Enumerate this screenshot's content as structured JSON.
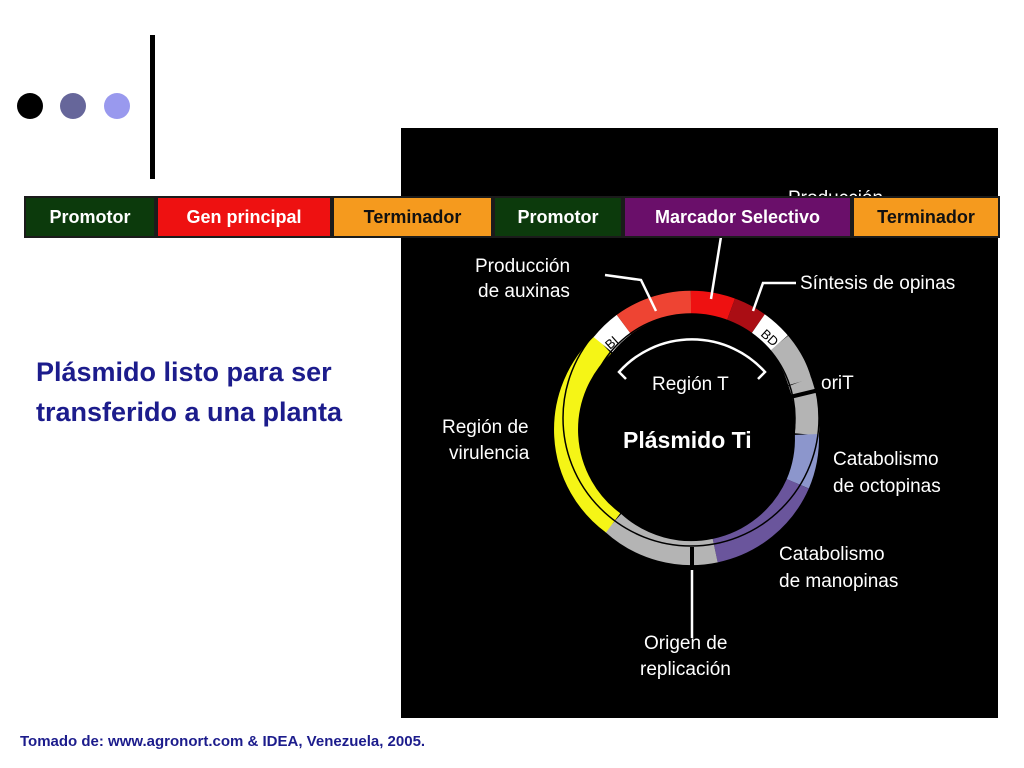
{
  "decoration": {
    "dot_colors": [
      "#000000",
      "#66669a",
      "#9999ee"
    ]
  },
  "gene_construct": [
    {
      "label": "Promotor",
      "bg": "#0c3a0c",
      "color": "#ffffff"
    },
    {
      "label": "Gen principal",
      "bg": "#ee1111",
      "color": "#ffffff"
    },
    {
      "label": "Terminador",
      "bg": "#f59a1e",
      "color": "#111111"
    },
    {
      "label": "Promotor",
      "bg": "#0c3a0c",
      "color": "#ffffff"
    },
    {
      "label": "Marcador Selectivo",
      "bg": "#6a0f6a",
      "color": "#ffffff"
    },
    {
      "label": "Terminador",
      "bg": "#f59a1e",
      "color": "#111111"
    }
  ],
  "slide": {
    "statement": "Plásmido listo para ser transferido a una planta",
    "source": "Tomado de: www.agronort.com & IDEA, Venezuela, 2005."
  },
  "plasmid": {
    "title": "Plásmido Ti",
    "region_t": "Región T",
    "border_left": "BI",
    "border_right": "BD",
    "hidden_label_top": "Producción",
    "labels": {
      "auxinas_1": "Producción",
      "auxinas_2": "de auxinas",
      "opinas": "Síntesis de opinas",
      "orit": "oriT",
      "virulencia_1": "Región de",
      "virulencia_2": "virulencia",
      "octopinas_1": "Catabolismo",
      "octopinas_2": "de octopinas",
      "manopinas_1": "Catabolismo",
      "manopinas_2": "de manopinas",
      "origen_1": "Origen de",
      "origen_2": "replicación"
    },
    "colors": {
      "auxin": "#ee4433",
      "cytokinin": "#ee1111",
      "opine_synthesis": "#aa0d14",
      "border": "#ffffff",
      "backbone": "#b4b4b4",
      "octopine": "#8c96cc",
      "mannopine": "#6a559c",
      "virulence": "#f5f516"
    }
  }
}
